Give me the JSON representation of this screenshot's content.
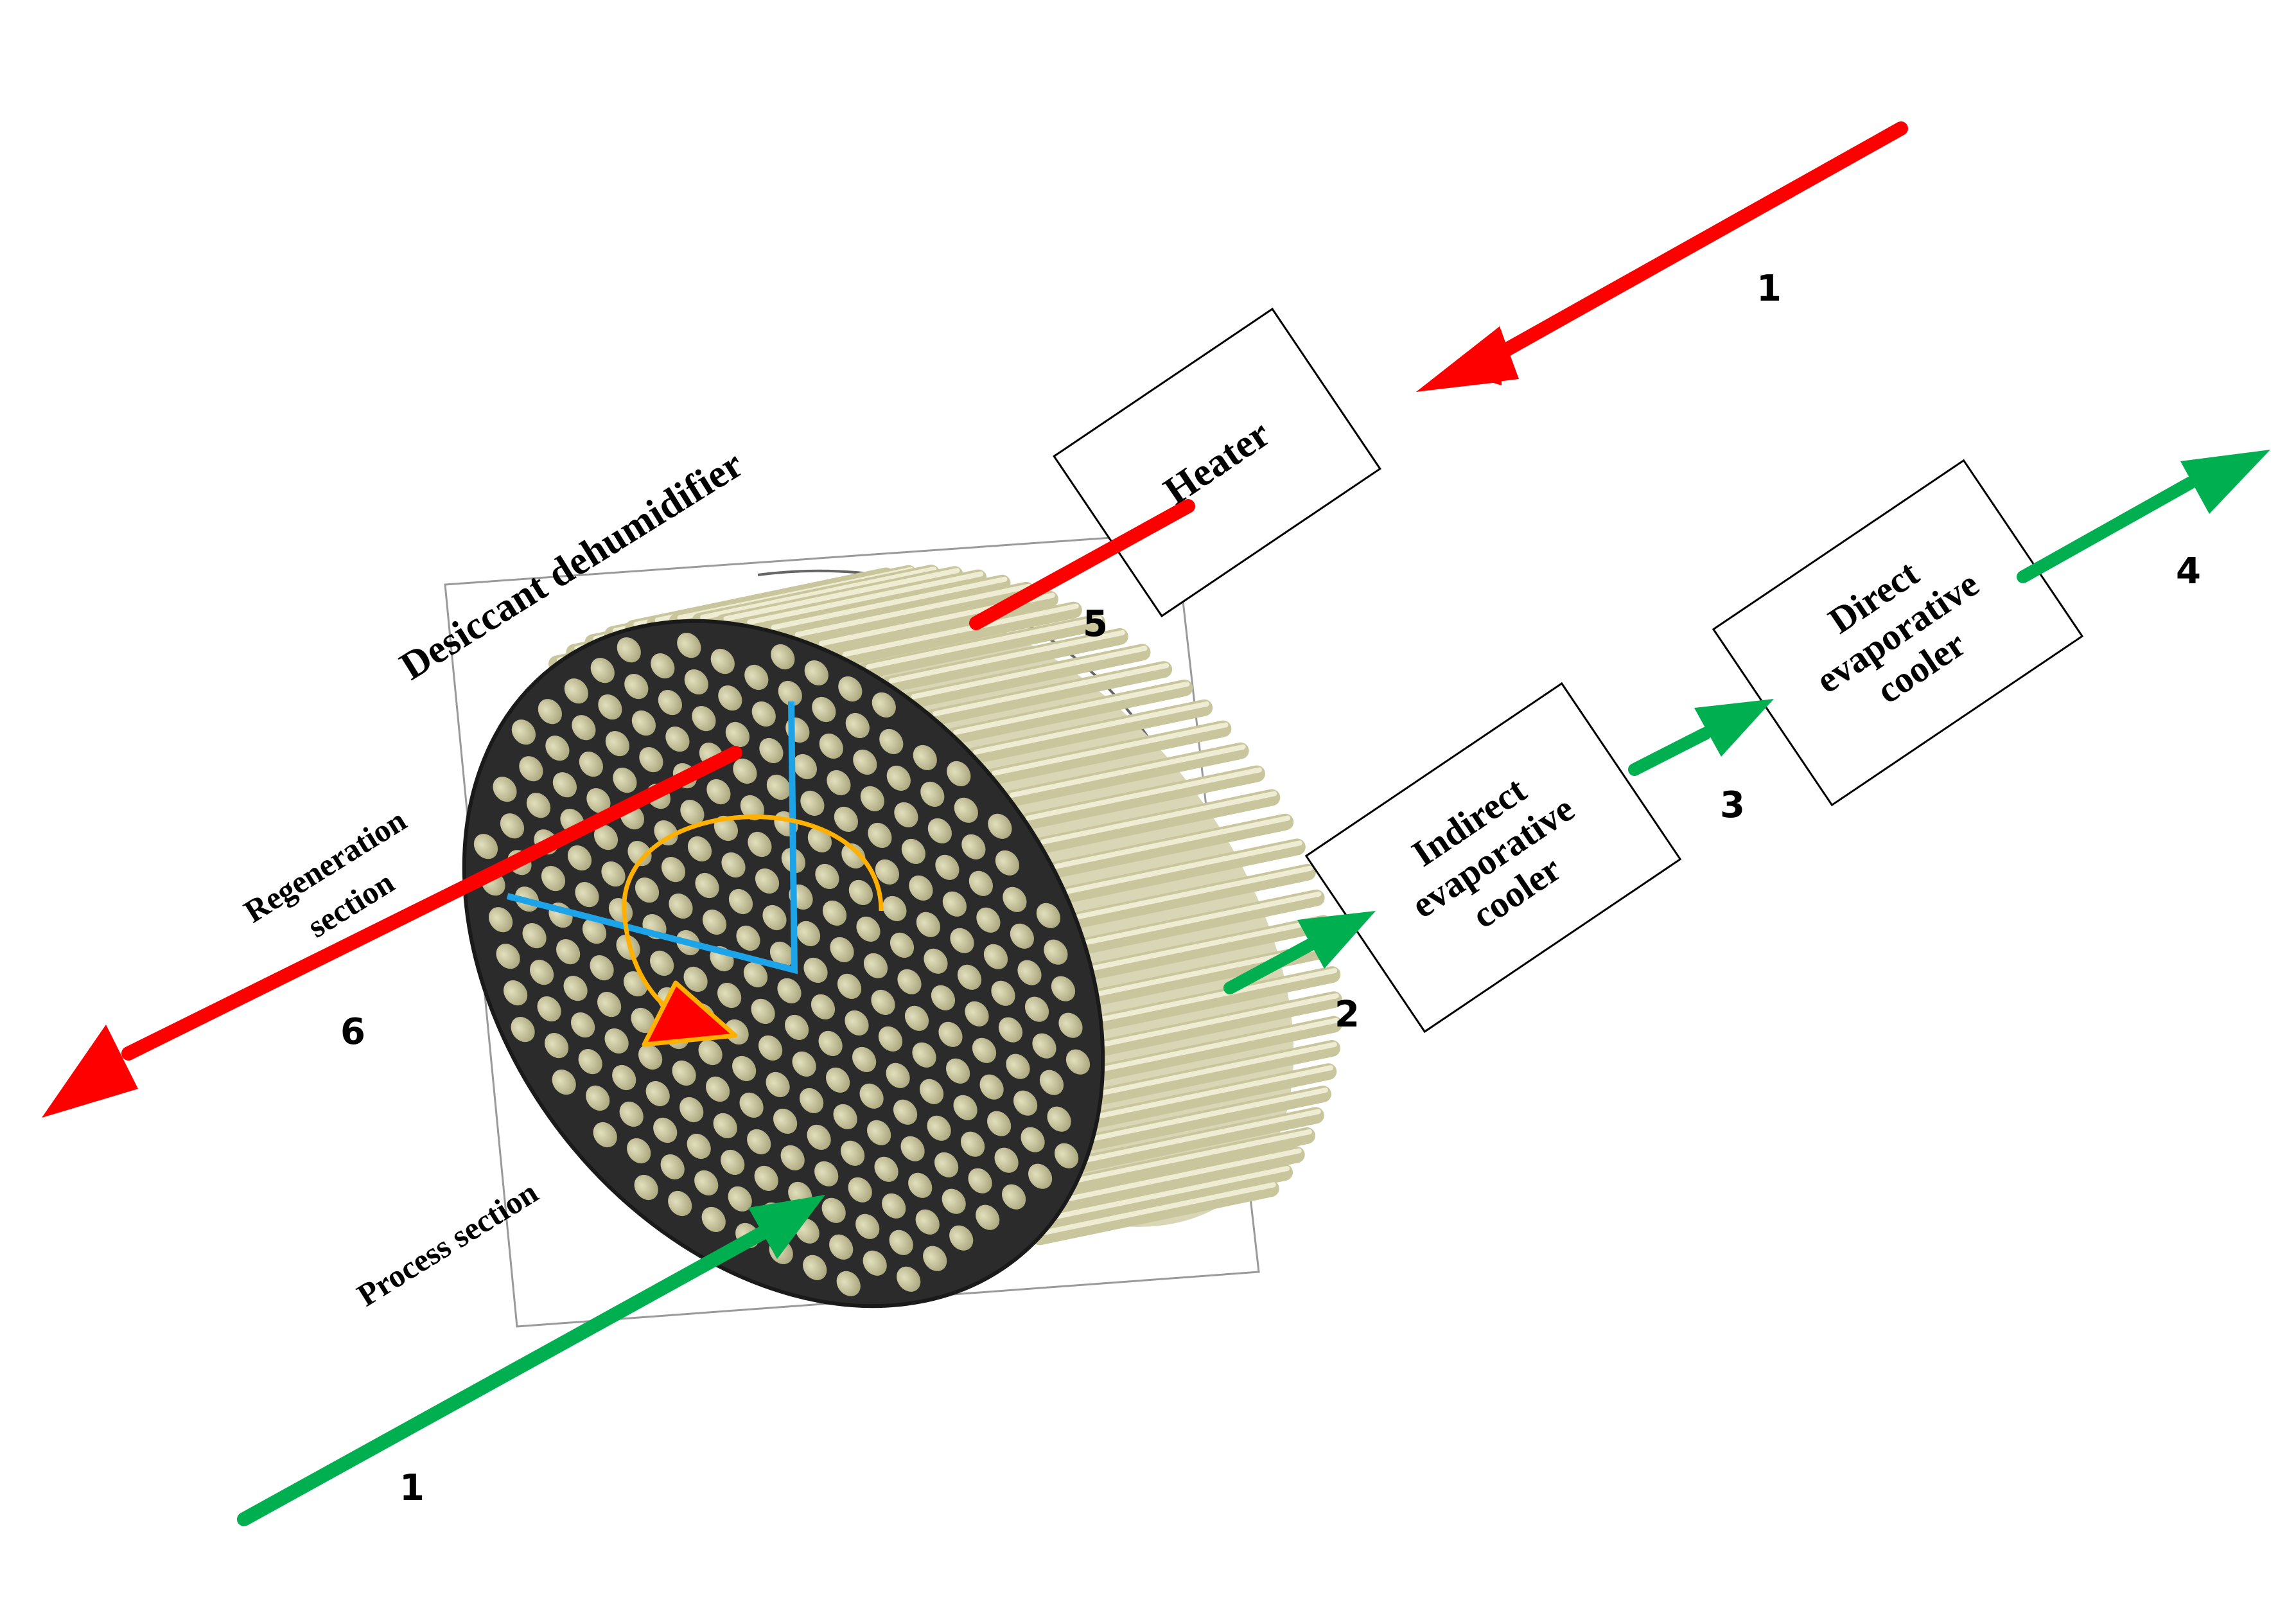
{
  "labels": {
    "dehumidifier": "Desiccant dehumidifier",
    "regeneration_line1": "Regeneration",
    "regeneration_line2": "section",
    "process": "Process section",
    "heater": "Heater",
    "iec_line1": "Indirect",
    "iec_line2": "evaporative",
    "iec_line3": "cooler",
    "dec_line1": "Direct",
    "dec_line2": "evaporative",
    "dec_line3": "cooler"
  },
  "state_points": {
    "p1_top": "1",
    "p1_bottom": "1",
    "p2": "2",
    "p3": "3",
    "p4": "4",
    "p5": "5",
    "p6": "6"
  },
  "colors": {
    "regeneration_air": "#ff0000",
    "process_air": "#00b050",
    "section_divider": "#1ca3e8",
    "rotation_arc": "#ffb000",
    "wheel_face": "#2b2b2b",
    "wheel_channels": "#cfcca6"
  }
}
